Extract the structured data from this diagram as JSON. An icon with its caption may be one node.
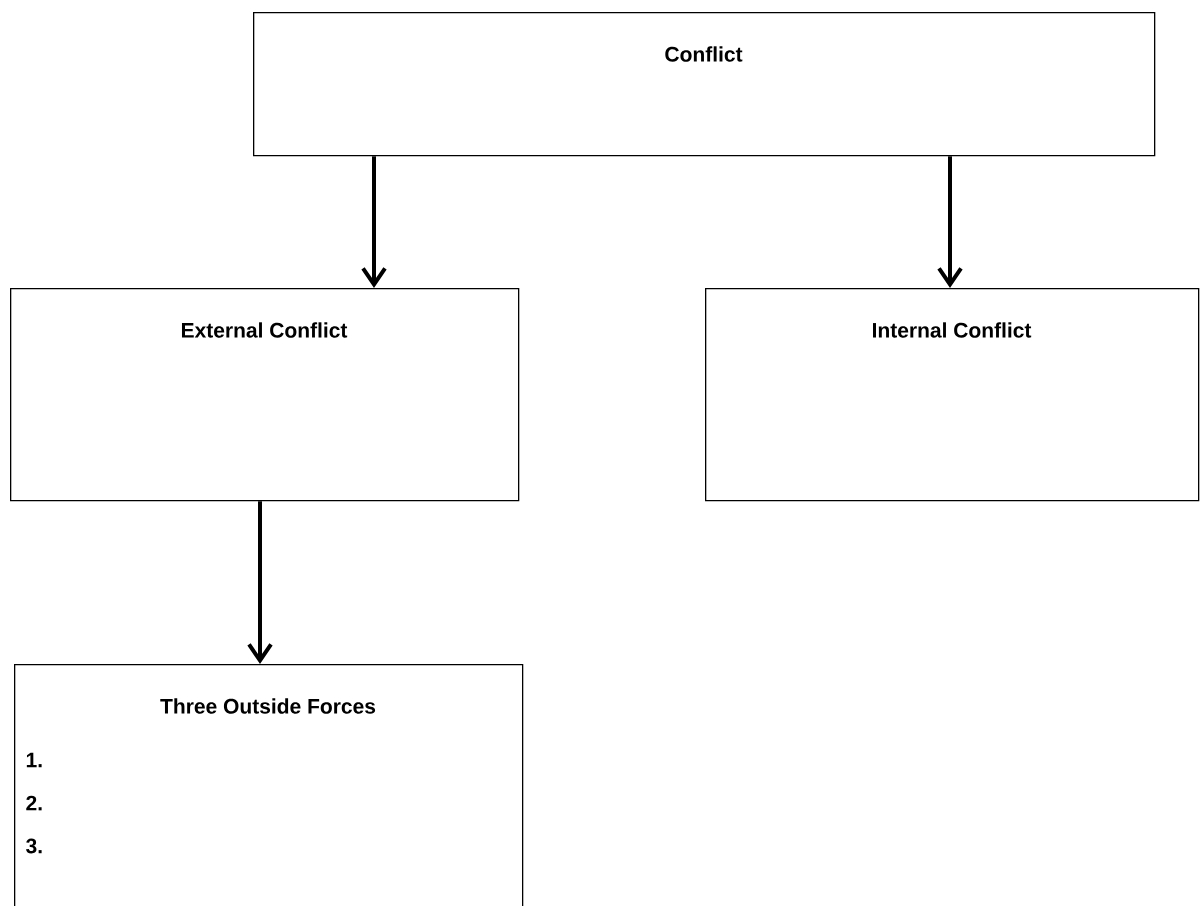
{
  "diagram": {
    "nodes": [
      {
        "text": [
          "Conflict"
        ]
      },
      {
        "text": [
          "External Conflict"
        ]
      },
      {
        "text": [
          "Internal Conflict"
        ]
      },
      {
        "text": [
          "Three Outside Forces",
          "1.",
          "2.",
          "3."
        ]
      }
    ],
    "edges": [
      {
        "from": 0,
        "to": 1,
        "arrow": "to"
      },
      {
        "from": 0,
        "to": 2,
        "arrow": "to"
      },
      {
        "from": 1,
        "to": 3,
        "arrow": "to"
      }
    ]
  }
}
